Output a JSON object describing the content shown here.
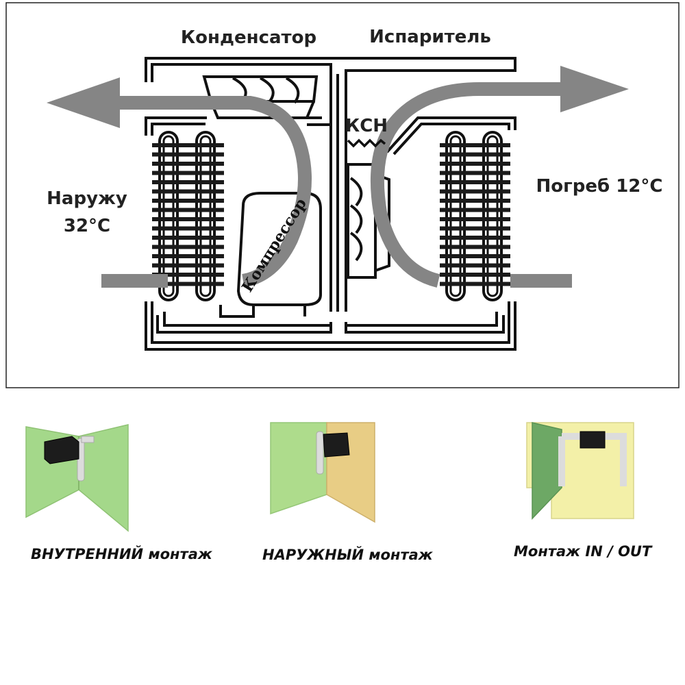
{
  "diagram": {
    "labels": {
      "condenser": "Конденсатор",
      "evaporator": "Испаритель",
      "ksn": "КСН",
      "outside": "Наружу",
      "outside_temp": "32°C",
      "cellar": "Погреб 12°C",
      "compressor": "Компрессор"
    },
    "colors": {
      "airflow": "#858585",
      "line": "#111111"
    }
  },
  "mounting": [
    {
      "caption": "ВНУТРЕННИЙ монтаж",
      "wall_left": "#a4d88a",
      "wall_right": "#a4d88a"
    },
    {
      "caption": "НАРУЖНЫЙ монтаж",
      "wall_left": "#aedc8c",
      "wall_right": "#e8cd85"
    },
    {
      "caption": "Монтаж IN / OUT",
      "wall_left": "#6da865",
      "wall_right": "#f3f0a8"
    }
  ]
}
